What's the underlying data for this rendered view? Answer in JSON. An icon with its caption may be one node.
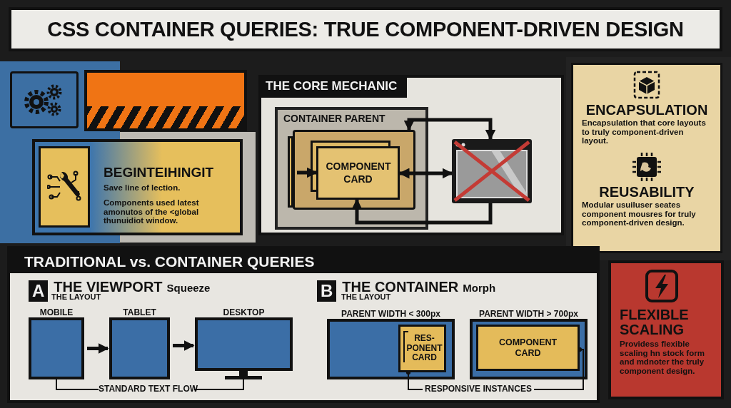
{
  "diagram": {
    "title": "CSS CONTAINER QUERIES: TRUE COMPONENT-DRIVEN DESIGN",
    "nodes": [
      {
        "text": [],
        "shape": "box"
      },
      {
        "text": [],
        "shape": "bar"
      },
      {
        "text": [
          "BEGINTEIHINGIT",
          "Save line of lection.",
          "Components used latest amonutos of the <global thunuidiot window."
        ]
      },
      {
        "text": [
          "THE CORE MECHANIC"
        ]
      },
      {
        "text": [
          "CONTAINER PARENT"
        ],
        "in": 3
      },
      {
        "text": [],
        "shape": "box",
        "in": 4
      },
      {
        "text": [
          "COMPONENT CARD"
        ],
        "in": 5
      },
      {
        "text": [],
        "shape": "picture",
        "in": 3
      },
      {
        "text": [
          "ENCAPSULATION",
          "Encapsulation that core layouts to truly component-driven layout.",
          "REUSABILITY",
          "Modular usuiluser seates component mousres for truly component-driven design."
        ]
      },
      {
        "text": [
          "FLEXIBLE SCALING",
          "Providess flexible scaling hn stock form and mdnoter the truly component design."
        ]
      },
      {
        "text": [
          "TRADITIONAL vs. CONTAINER QUERIES"
        ]
      },
      {
        "text": [
          "MOBILE"
        ],
        "in": 10
      },
      {
        "text": [
          "TABLET"
        ],
        "in": 10
      },
      {
        "text": [
          "DESKTOP"
        ],
        "in": 10
      },
      {
        "text": [
          "STANDARD TEXT FLOW"
        ],
        "in": 10
      },
      {
        "text": [
          "PARENT WIDTH < 300px"
        ],
        "in": 10
      },
      {
        "text": [
          "RES- PONENT CARD"
        ],
        "in": 15
      },
      {
        "text": [
          "PARENT WIDTH > 700px"
        ],
        "in": 10
      },
      {
        "text": [
          "COMPONENT CARD"
        ],
        "in": 17
      },
      {
        "text": [
          "RESPONSIVE INSTANCES"
        ],
        "in": 10
      }
    ],
    "edges": [
      {
        "from": 6,
        "to": 7,
        "arrow": "both"
      },
      {
        "from": 7,
        "to": 5,
        "arrow": "both"
      },
      {
        "from": 7,
        "to": 6,
        "arrow": "to"
      },
      {
        "from": null,
        "to": 6,
        "arrow": "to"
      },
      {
        "from": 11,
        "to": 12,
        "arrow": "to"
      },
      {
        "from": 12,
        "to": 13,
        "arrow": "to"
      },
      {
        "from": 14,
        "to": 11,
        "arrow": "none"
      },
      {
        "from": 14,
        "to": 13,
        "arrow": "none"
      },
      {
        "from": 19,
        "to": 16,
        "arrow": "other"
      },
      {
        "from": 19,
        "to": 18,
        "arrow": "other"
      }
    ],
    "labels": [
      "A",
      "THE VIEWPORT",
      "Squeeze",
      "THE LAYOUT",
      "B",
      "THE CONTAINER",
      "Morph",
      "THE LAYOUT"
    ]
  }
}
